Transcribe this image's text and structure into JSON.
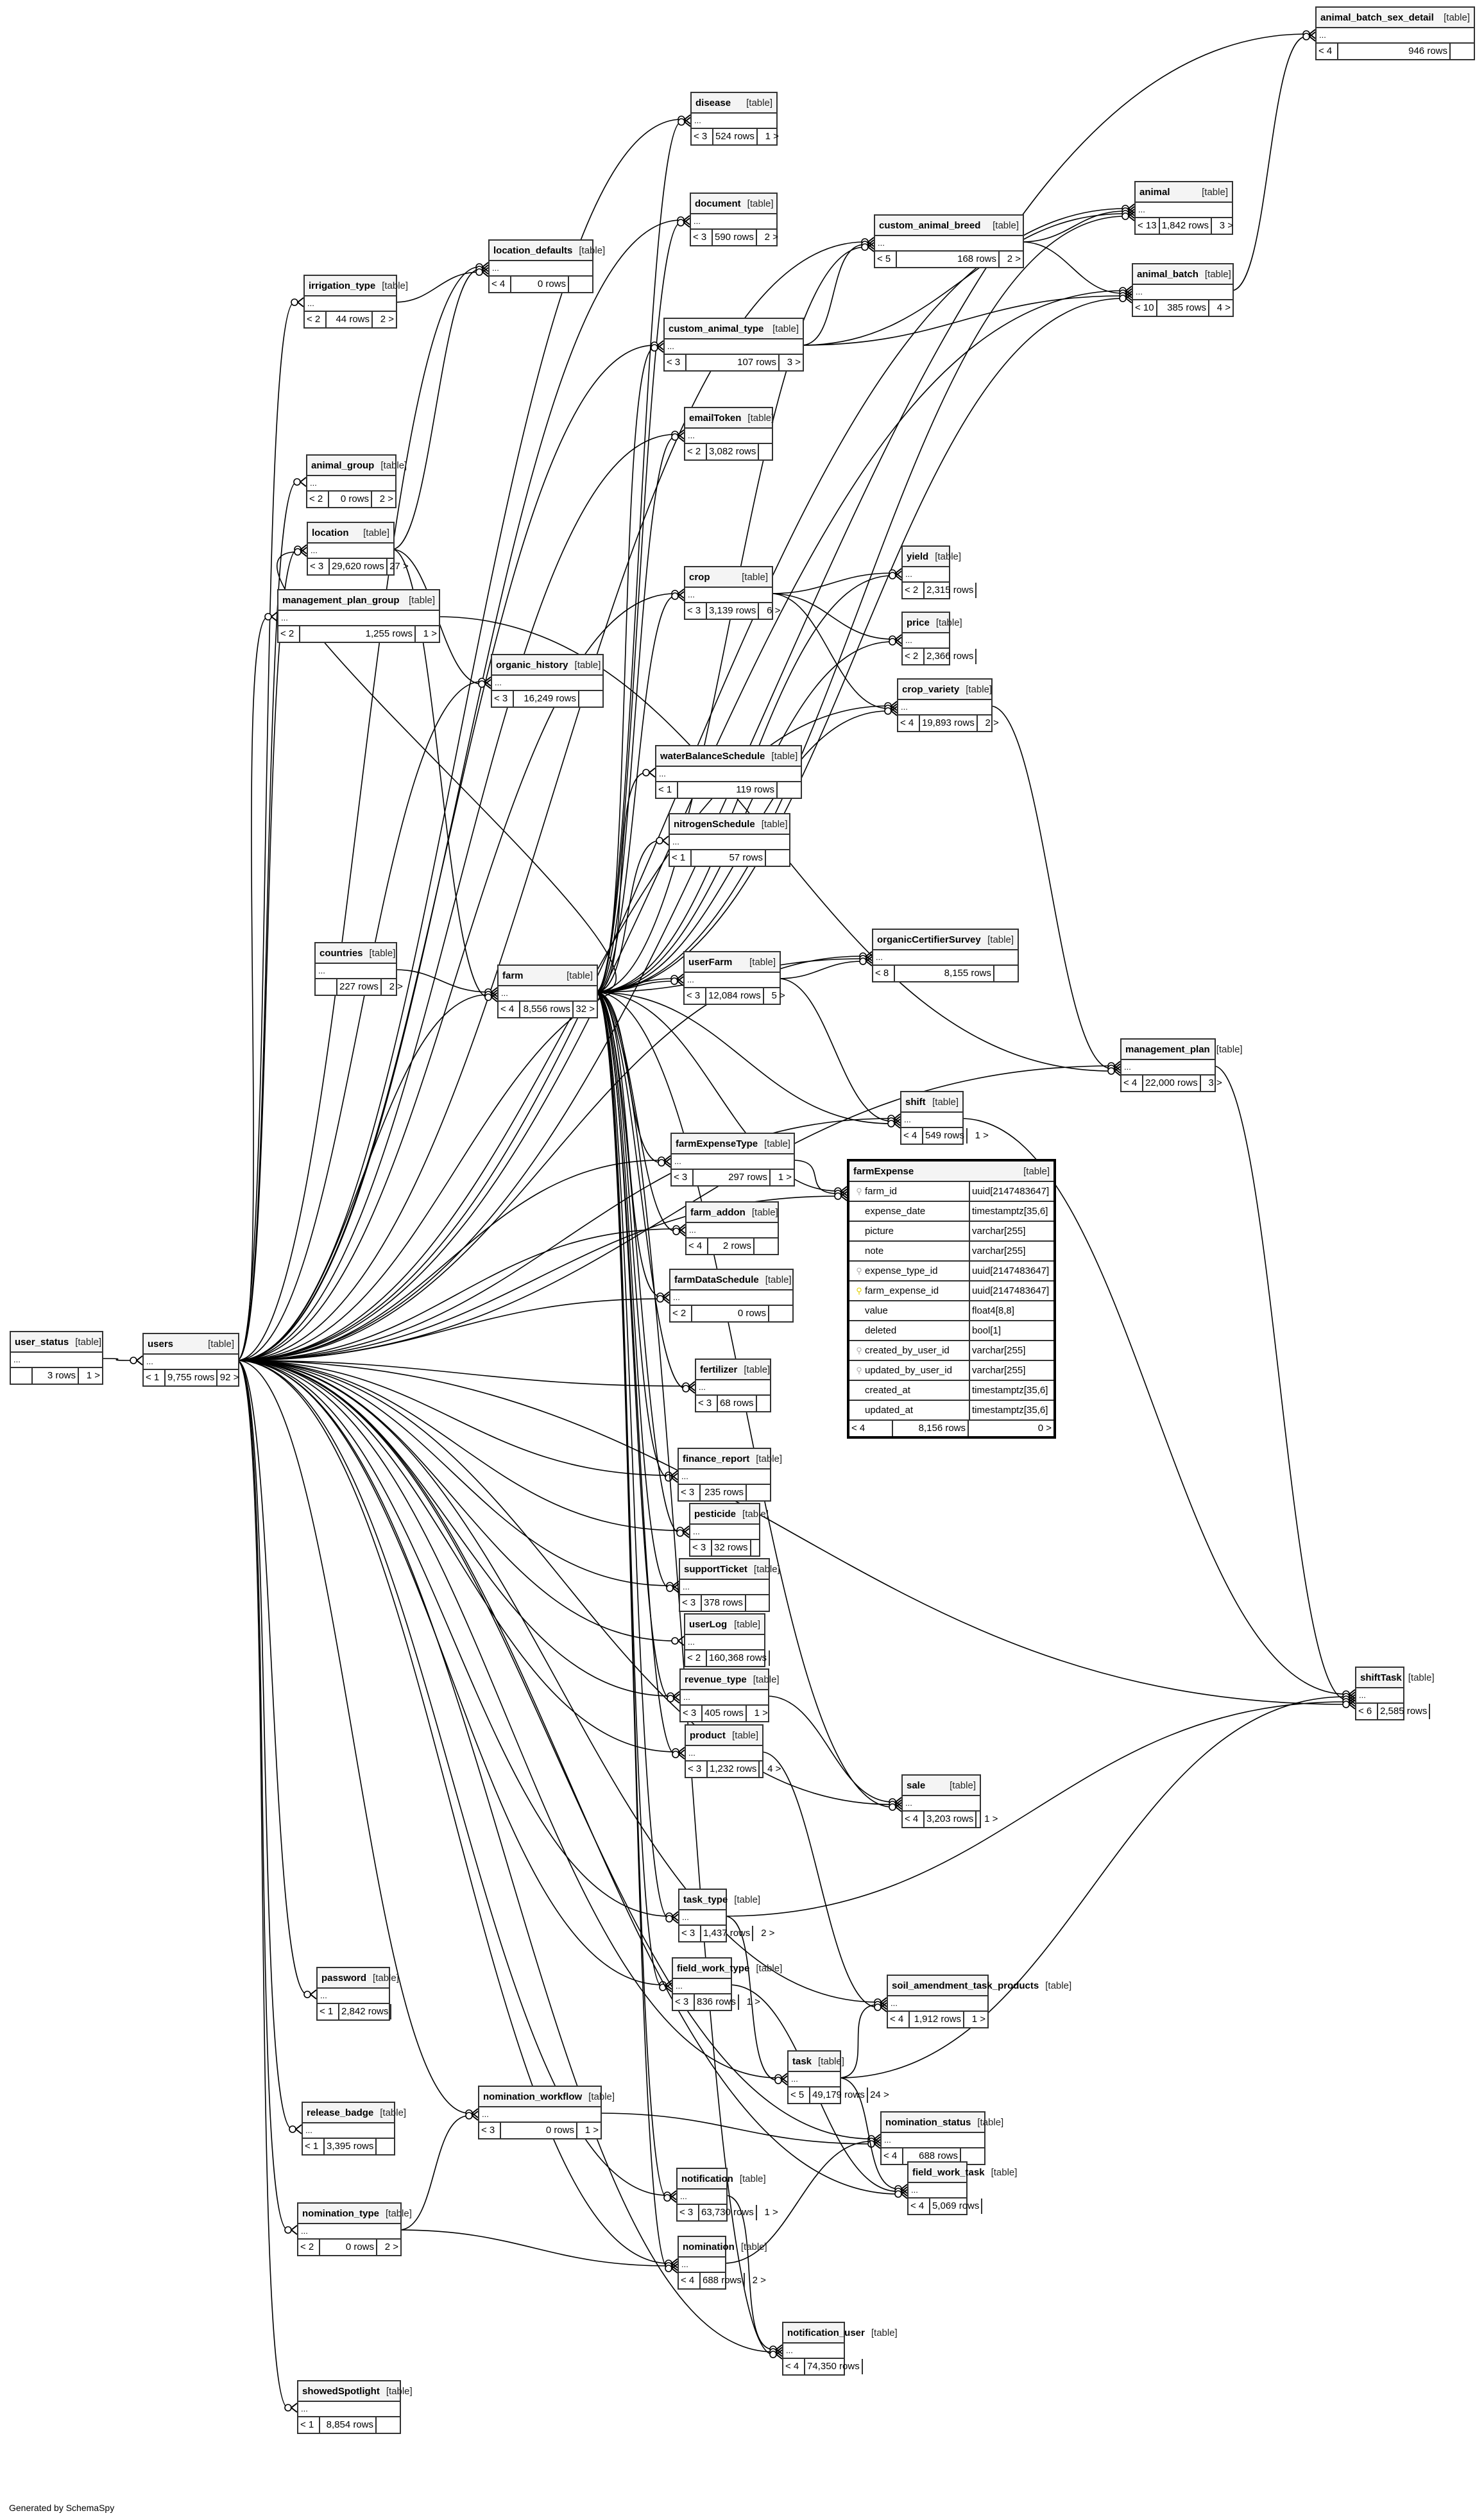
{
  "footer": "Generated by SchemaSpy",
  "table_type_label": "[table]",
  "ellipsis": "...",
  "tables": [
    {
      "id": "animal_batch_sex_detail",
      "name": "animal_batch_sex_detail",
      "parents": "< 4",
      "rows": "946 rows",
      "children": ""
    },
    {
      "id": "disease",
      "name": "disease",
      "parents": "< 3",
      "rows": "524 rows",
      "children": "1 >"
    },
    {
      "id": "animal",
      "name": "animal",
      "parents": "< 13",
      "rows": "1,842 rows",
      "children": "3 >"
    },
    {
      "id": "document",
      "name": "document",
      "parents": "< 3",
      "rows": "590 rows",
      "children": "2 >"
    },
    {
      "id": "custom_animal_breed",
      "name": "custom_animal_breed",
      "parents": "< 5",
      "rows": "168 rows",
      "children": "2 >"
    },
    {
      "id": "location_defaults",
      "name": "location_defaults",
      "parents": "< 4",
      "rows": "0 rows",
      "children": ""
    },
    {
      "id": "animal_batch",
      "name": "animal_batch",
      "parents": "< 10",
      "rows": "385 rows",
      "children": "4 >"
    },
    {
      "id": "irrigation_type",
      "name": "irrigation_type",
      "parents": "< 2",
      "rows": "44 rows",
      "children": "2 >"
    },
    {
      "id": "custom_animal_type",
      "name": "custom_animal_type",
      "parents": "< 3",
      "rows": "107 rows",
      "children": "3 >"
    },
    {
      "id": "emailToken",
      "name": "emailToken",
      "parents": "< 2",
      "rows": "3,082 rows",
      "children": ""
    },
    {
      "id": "animal_group",
      "name": "animal_group",
      "parents": "< 2",
      "rows": "0 rows",
      "children": "2 >"
    },
    {
      "id": "location",
      "name": "location",
      "parents": "< 3",
      "rows": "29,620 rows",
      "children": "27 >"
    },
    {
      "id": "yield",
      "name": "yield",
      "parents": "< 2",
      "rows": "2,315 rows",
      "children": ""
    },
    {
      "id": "crop",
      "name": "crop",
      "parents": "< 3",
      "rows": "3,139 rows",
      "children": "6 >"
    },
    {
      "id": "management_plan_group",
      "name": "management_plan_group",
      "parents": "< 2",
      "rows": "1,255 rows",
      "children": "1 >"
    },
    {
      "id": "price",
      "name": "price",
      "parents": "< 2",
      "rows": "2,366 rows",
      "children": ""
    },
    {
      "id": "organic_history",
      "name": "organic_history",
      "parents": "< 3",
      "rows": "16,249 rows",
      "children": ""
    },
    {
      "id": "crop_variety",
      "name": "crop_variety",
      "parents": "< 4",
      "rows": "19,893 rows",
      "children": "2 >"
    },
    {
      "id": "waterBalanceSchedule",
      "name": "waterBalanceSchedule",
      "parents": "< 1",
      "rows": "119 rows",
      "children": ""
    },
    {
      "id": "nitrogenSchedule",
      "name": "nitrogenSchedule",
      "parents": "< 1",
      "rows": "57 rows",
      "children": ""
    },
    {
      "id": "organicCertifierSurvey",
      "name": "organicCertifierSurvey",
      "parents": "< 8",
      "rows": "8,155 rows",
      "children": ""
    },
    {
      "id": "countries",
      "name": "countries",
      "parents": "",
      "rows": "227 rows",
      "children": "2 >"
    },
    {
      "id": "farm",
      "name": "farm",
      "parents": "< 4",
      "rows": "8,556 rows",
      "children": "32 >"
    },
    {
      "id": "userFarm",
      "name": "userFarm",
      "parents": "< 3",
      "rows": "12,084 rows",
      "children": "5 >"
    },
    {
      "id": "management_plan",
      "name": "management_plan",
      "parents": "< 4",
      "rows": "22,000 rows",
      "children": "3 >"
    },
    {
      "id": "shift",
      "name": "shift",
      "parents": "< 4",
      "rows": "549 rows",
      "children": "1 >"
    },
    {
      "id": "farmExpenseType",
      "name": "farmExpenseType",
      "parents": "< 3",
      "rows": "297 rows",
      "children": "1 >"
    },
    {
      "id": "farm_addon",
      "name": "farm_addon",
      "parents": "< 4",
      "rows": "2 rows",
      "children": ""
    },
    {
      "id": "farmDataSchedule",
      "name": "farmDataSchedule",
      "parents": "< 2",
      "rows": "0 rows",
      "children": ""
    },
    {
      "id": "user_status",
      "name": "user_status",
      "parents": "",
      "rows": "3 rows",
      "children": "1 >"
    },
    {
      "id": "users",
      "name": "users",
      "parents": "< 1",
      "rows": "9,755 rows",
      "children": "92 >"
    },
    {
      "id": "fertilizer",
      "name": "fertilizer",
      "parents": "< 3",
      "rows": "68 rows",
      "children": ""
    },
    {
      "id": "finance_report",
      "name": "finance_report",
      "parents": "< 3",
      "rows": "235 rows",
      "children": ""
    },
    {
      "id": "pesticide",
      "name": "pesticide",
      "parents": "< 3",
      "rows": "32 rows",
      "children": ""
    },
    {
      "id": "supportTicket",
      "name": "supportTicket",
      "parents": "< 3",
      "rows": "378 rows",
      "children": ""
    },
    {
      "id": "userLog",
      "name": "userLog",
      "parents": "< 2",
      "rows": "160,368 rows",
      "children": ""
    },
    {
      "id": "shiftTask",
      "name": "shiftTask",
      "parents": "< 6",
      "rows": "2,585 rows",
      "children": ""
    },
    {
      "id": "revenue_type",
      "name": "revenue_type",
      "parents": "< 3",
      "rows": "405 rows",
      "children": "1 >"
    },
    {
      "id": "product",
      "name": "product",
      "parents": "< 3",
      "rows": "1,232 rows",
      "children": "4 >"
    },
    {
      "id": "sale",
      "name": "sale",
      "parents": "< 4",
      "rows": "3,203 rows",
      "children": "1 >"
    },
    {
      "id": "task_type",
      "name": "task_type",
      "parents": "< 3",
      "rows": "1,437 rows",
      "children": "2 >"
    },
    {
      "id": "password",
      "name": "password",
      "parents": "< 1",
      "rows": "2,842 rows",
      "children": ""
    },
    {
      "id": "field_work_type",
      "name": "field_work_type",
      "parents": "< 3",
      "rows": "836 rows",
      "children": "1 >"
    },
    {
      "id": "soil_amendment_task_products",
      "name": "soil_amendment_task_products",
      "parents": "< 4",
      "rows": "1,912 rows",
      "children": "1 >"
    },
    {
      "id": "task",
      "name": "task",
      "parents": "< 5",
      "rows": "49,179 rows",
      "children": "24 >"
    },
    {
      "id": "release_badge",
      "name": "release_badge",
      "parents": "< 1",
      "rows": "3,395 rows",
      "children": ""
    },
    {
      "id": "nomination_workflow",
      "name": "nomination_workflow",
      "parents": "< 3",
      "rows": "0 rows",
      "children": "1 >"
    },
    {
      "id": "nomination_status",
      "name": "nomination_status",
      "parents": "< 4",
      "rows": "688 rows",
      "children": ""
    },
    {
      "id": "notification",
      "name": "notification",
      "parents": "< 3",
      "rows": "63,730 rows",
      "children": "1 >"
    },
    {
      "id": "field_work_task",
      "name": "field_work_task",
      "parents": "< 4",
      "rows": "5,069 rows",
      "children": ""
    },
    {
      "id": "nomination_type",
      "name": "nomination_type",
      "parents": "< 2",
      "rows": "0 rows",
      "children": "2 >"
    },
    {
      "id": "nomination",
      "name": "nomination",
      "parents": "< 4",
      "rows": "688 rows",
      "children": "2 >"
    },
    {
      "id": "notification_user",
      "name": "notification_user",
      "parents": "< 4",
      "rows": "74,350 rows",
      "children": ""
    },
    {
      "id": "showedSpotlight",
      "name": "showedSpotlight",
      "parents": "< 1",
      "rows": "8,854 rows",
      "children": ""
    }
  ],
  "focus_table": {
    "name": "farmExpense",
    "parents": "< 4",
    "rows": "8,156 rows",
    "children": "0 >",
    "columns": [
      {
        "name": "farm_id",
        "type": "uuid[2147483647]",
        "key": "fk"
      },
      {
        "name": "expense_date",
        "type": "timestamptz[35,6]",
        "key": ""
      },
      {
        "name": "picture",
        "type": "varchar[255]",
        "key": ""
      },
      {
        "name": "note",
        "type": "varchar[255]",
        "key": ""
      },
      {
        "name": "expense_type_id",
        "type": "uuid[2147483647]",
        "key": "fk"
      },
      {
        "name": "farm_expense_id",
        "type": "uuid[2147483647]",
        "key": "pk"
      },
      {
        "name": "value",
        "type": "float4[8,8]",
        "key": ""
      },
      {
        "name": "deleted",
        "type": "bool[1]",
        "key": ""
      },
      {
        "name": "created_by_user_id",
        "type": "varchar[255]",
        "key": "fk"
      },
      {
        "name": "updated_by_user_id",
        "type": "varchar[255]",
        "key": "fk"
      },
      {
        "name": "created_at",
        "type": "timestamptz[35,6]",
        "key": ""
      },
      {
        "name": "updated_at",
        "type": "timestamptz[35,6]",
        "key": ""
      }
    ]
  },
  "relationships": [
    [
      "users",
      "animal_batch_sex_detail"
    ],
    [
      "animal_batch",
      "animal_batch_sex_detail"
    ],
    [
      "users",
      "disease"
    ],
    [
      "farm",
      "disease"
    ],
    [
      "users",
      "animal"
    ],
    [
      "custom_animal_breed",
      "animal"
    ],
    [
      "custom_animal_type",
      "animal"
    ],
    [
      "farm",
      "animal"
    ],
    [
      "users",
      "document"
    ],
    [
      "farm",
      "document"
    ],
    [
      "users",
      "custom_animal_breed"
    ],
    [
      "custom_animal_type",
      "custom_animal_breed"
    ],
    [
      "farm",
      "custom_animal_breed"
    ],
    [
      "users",
      "location_defaults"
    ],
    [
      "location",
      "location_defaults"
    ],
    [
      "irrigation_type",
      "location_defaults"
    ],
    [
      "users",
      "animal_batch"
    ],
    [
      "custom_animal_breed",
      "animal_batch"
    ],
    [
      "custom_animal_type",
      "animal_batch"
    ],
    [
      "farm",
      "animal_batch"
    ],
    [
      "users",
      "irrigation_type"
    ],
    [
      "users",
      "custom_animal_type"
    ],
    [
      "farm",
      "custom_animal_type"
    ],
    [
      "users",
      "emailToken"
    ],
    [
      "farm",
      "emailToken"
    ],
    [
      "users",
      "animal_group"
    ],
    [
      "users",
      "location"
    ],
    [
      "farm",
      "location"
    ],
    [
      "crop",
      "yield"
    ],
    [
      "farm",
      "yield"
    ],
    [
      "users",
      "crop"
    ],
    [
      "farm",
      "crop"
    ],
    [
      "users",
      "management_plan_group"
    ],
    [
      "crop",
      "price"
    ],
    [
      "farm",
      "price"
    ],
    [
      "users",
      "organic_history"
    ],
    [
      "location",
      "organic_history"
    ],
    [
      "users",
      "crop_variety"
    ],
    [
      "crop",
      "crop_variety"
    ],
    [
      "farm",
      "crop_variety"
    ],
    [
      "farm",
      "waterBalanceSchedule"
    ],
    [
      "farm",
      "nitrogenSchedule"
    ],
    [
      "users",
      "organicCertifierSurvey"
    ],
    [
      "farm",
      "organicCertifierSurvey"
    ],
    [
      "userFarm",
      "organicCertifierSurvey"
    ],
    [
      "countries",
      "farm"
    ],
    [
      "users",
      "farm"
    ],
    [
      "location",
      "farm"
    ],
    [
      "users",
      "userFarm"
    ],
    [
      "farm",
      "userFarm"
    ],
    [
      "users",
      "management_plan"
    ],
    [
      "crop_variety",
      "management_plan"
    ],
    [
      "management_plan_group",
      "management_plan"
    ],
    [
      "users",
      "shift"
    ],
    [
      "userFarm",
      "shift"
    ],
    [
      "farm",
      "shift"
    ],
    [
      "users",
      "farmExpenseType"
    ],
    [
      "farm",
      "farmExpenseType"
    ],
    [
      "users",
      "farm_addon"
    ],
    [
      "farm",
      "farm_addon"
    ],
    [
      "farm",
      "farmDataSchedule"
    ],
    [
      "users",
      "farmDataSchedule"
    ],
    [
      "farm",
      "farmExpense"
    ],
    [
      "farmExpenseType",
      "farmExpense"
    ],
    [
      "users",
      "farmExpense"
    ],
    [
      "user_status",
      "users"
    ],
    [
      "users",
      "fertilizer"
    ],
    [
      "farm",
      "fertilizer"
    ],
    [
      "users",
      "finance_report"
    ],
    [
      "farm",
      "finance_report"
    ],
    [
      "users",
      "pesticide"
    ],
    [
      "farm",
      "pesticide"
    ],
    [
      "users",
      "supportTicket"
    ],
    [
      "farm",
      "supportTicket"
    ],
    [
      "users",
      "userLog"
    ],
    [
      "shift",
      "shiftTask"
    ],
    [
      "task",
      "shiftTask"
    ],
    [
      "management_plan",
      "shiftTask"
    ],
    [
      "task_type",
      "shiftTask"
    ],
    [
      "users",
      "shiftTask"
    ],
    [
      "users",
      "revenue_type"
    ],
    [
      "farm",
      "revenue_type"
    ],
    [
      "users",
      "product"
    ],
    [
      "farm",
      "product"
    ],
    [
      "revenue_type",
      "sale"
    ],
    [
      "users",
      "sale"
    ],
    [
      "farm",
      "sale"
    ],
    [
      "users",
      "task_type"
    ],
    [
      "farm",
      "task_type"
    ],
    [
      "users",
      "password"
    ],
    [
      "users",
      "field_work_type"
    ],
    [
      "farm",
      "field_work_type"
    ],
    [
      "users",
      "soil_amendment_task_products"
    ],
    [
      "task",
      "soil_amendment_task_products"
    ],
    [
      "product",
      "soil_amendment_task_products"
    ],
    [
      "users",
      "task"
    ],
    [
      "task_type",
      "task"
    ],
    [
      "users",
      "release_badge"
    ],
    [
      "users",
      "nomination_workflow"
    ],
    [
      "nomination_type",
      "nomination_workflow"
    ],
    [
      "users",
      "nomination_status"
    ],
    [
      "nomination",
      "nomination_status"
    ],
    [
      "nomination_workflow",
      "nomination_status"
    ],
    [
      "users",
      "notification"
    ],
    [
      "farm",
      "notification"
    ],
    [
      "task",
      "field_work_task"
    ],
    [
      "field_work_type",
      "field_work_task"
    ],
    [
      "users",
      "field_work_task"
    ],
    [
      "users",
      "nomination_type"
    ],
    [
      "users",
      "nomination"
    ],
    [
      "nomination_type",
      "nomination"
    ],
    [
      "farm",
      "nomination"
    ],
    [
      "notification",
      "notification_user"
    ],
    [
      "users",
      "notification_user"
    ],
    [
      "farm",
      "notification_user"
    ],
    [
      "users",
      "showedSpotlight"
    ]
  ]
}
